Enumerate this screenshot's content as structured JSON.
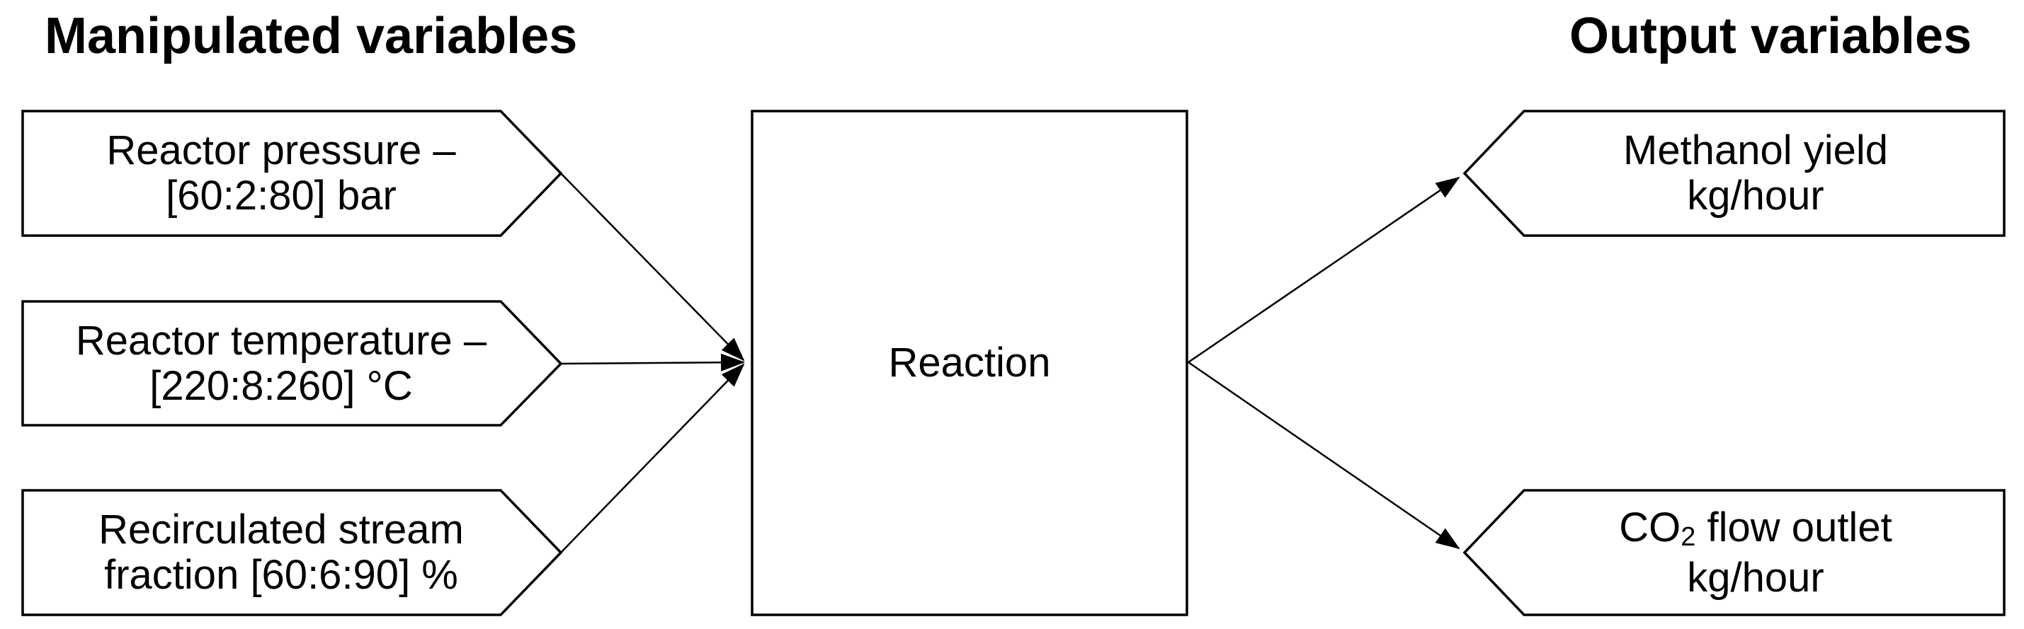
{
  "titles": {
    "left": "Manipulated variables",
    "right": "Output variables"
  },
  "process": {
    "label": "Reaction"
  },
  "inputs": [
    {
      "line1": "Reactor pressure –",
      "line2": "[60:2:80] bar"
    },
    {
      "line1": "Reactor temperature –",
      "line2": "[220:8:260] °C"
    },
    {
      "line1": "Recirculated stream",
      "line2": "fraction [60:6:90] %"
    }
  ],
  "outputs": [
    {
      "line1": "Methanol yield",
      "line2": "kg/hour"
    },
    {
      "line1_prefix": "CO",
      "line1_sub": "2",
      "line1_suffix": " flow outlet",
      "line2": "kg/hour"
    }
  ],
  "colors": {
    "background": "#ffffff",
    "shape_fill": "#ffffff",
    "stroke": "#000000",
    "text": "#000000"
  }
}
